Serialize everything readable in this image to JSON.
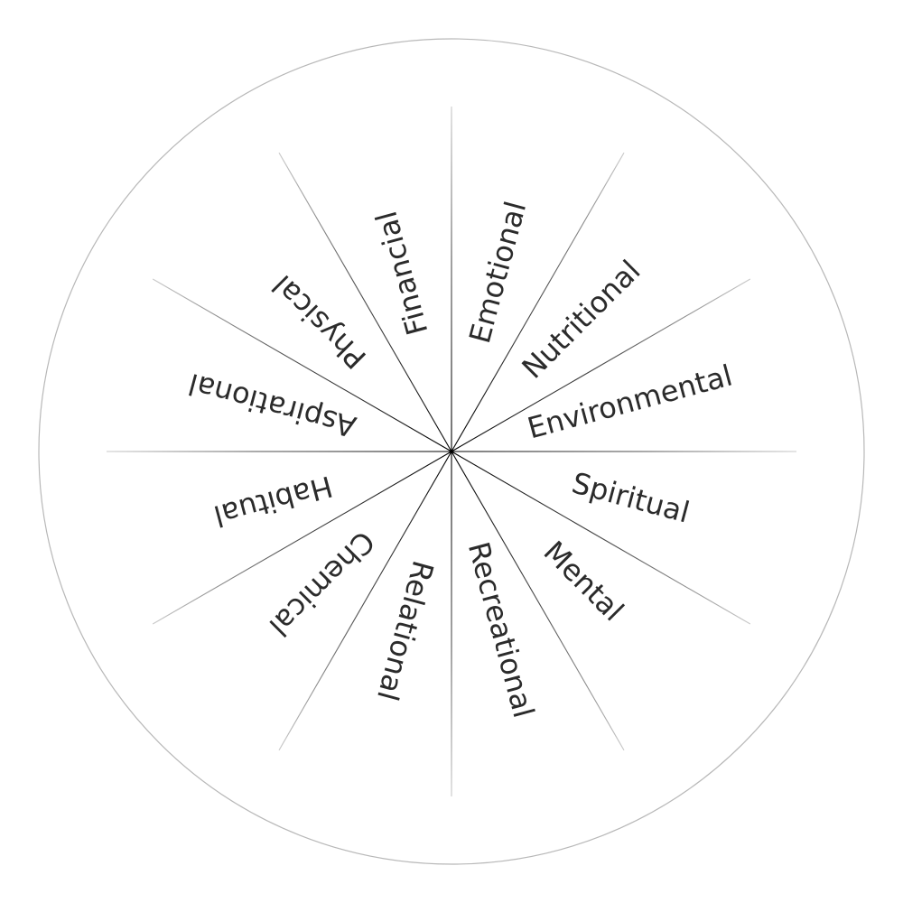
{
  "wheel": {
    "segments": [
      {
        "label": "Emotional",
        "angle_deg": 75
      },
      {
        "label": "Nutritional",
        "angle_deg": 45
      },
      {
        "label": "Environmental",
        "angle_deg": 15
      },
      {
        "label": "Spiritual",
        "angle_deg": -15
      },
      {
        "label": "Mental",
        "angle_deg": -45
      },
      {
        "label": "Recreational",
        "angle_deg": -75
      },
      {
        "label": "Relational",
        "angle_deg": -105
      },
      {
        "label": "Chemical",
        "angle_deg": -135
      },
      {
        "label": "Habitual",
        "angle_deg": -165
      },
      {
        "label": "Aspirational",
        "angle_deg": 165
      },
      {
        "label": "Physical",
        "angle_deg": 135
      },
      {
        "label": "Financial",
        "angle_deg": 105
      }
    ],
    "spoke_angles_deg": [
      90,
      60,
      30,
      0,
      -30,
      -60,
      -90,
      -120,
      -150,
      180,
      150,
      120
    ],
    "colors": {
      "spoke_center": "#000000",
      "spoke_edge": "#d0d0d0",
      "ring": "#b8b8b8",
      "text": "#2b2b2b",
      "background": "#ffffff"
    }
  }
}
